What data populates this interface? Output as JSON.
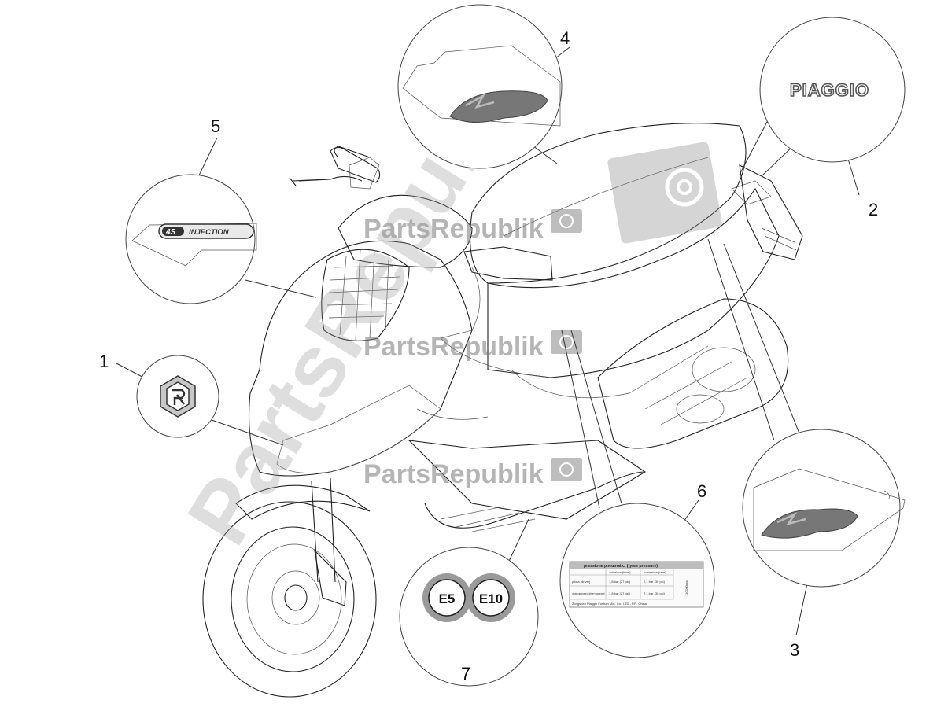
{
  "callouts": [
    {
      "id": "1",
      "label": "1"
    },
    {
      "id": "2",
      "label": "2"
    },
    {
      "id": "3",
      "label": "3"
    },
    {
      "id": "4",
      "label": "4"
    },
    {
      "id": "5",
      "label": "5"
    },
    {
      "id": "6",
      "label": "6"
    },
    {
      "id": "7",
      "label": "7"
    }
  ],
  "decals": {
    "brand_text": "PIAGGIO",
    "injection_badge": {
      "prefix": "4S",
      "text": "INJECTION"
    },
    "fuel_badges": [
      "E5",
      "E10"
    ],
    "zip_logo_text": "Zip",
    "tyre_label": {
      "title": "pressione pneumatici (tyres pressure)",
      "col_front": "anteriore (front)",
      "col_rear": "posteriore (rear)",
      "row1_label": "pilota (driver)",
      "row1_front": "1,8 bar (27 psi)",
      "row1_rear": "2,1 bar (30 psi)",
      "row2_label": "pilota+passeggero (driver+passenger)",
      "row2_front": "1,8 bar (27 psi)",
      "row2_rear": "2,1 bar (30 psi)",
      "footer": "Zongshen Piaggio Foshan Mot. Co., LTD - P.R. China",
      "code": "1C000xxx"
    }
  },
  "watermark": {
    "text": "PartsRepublik",
    "icon": "gear-icon"
  },
  "colors": {
    "line": "#222222",
    "watermark": "#8a8a8a",
    "badge_grey": "#9a9a9a",
    "logo_grey": "#555555"
  }
}
